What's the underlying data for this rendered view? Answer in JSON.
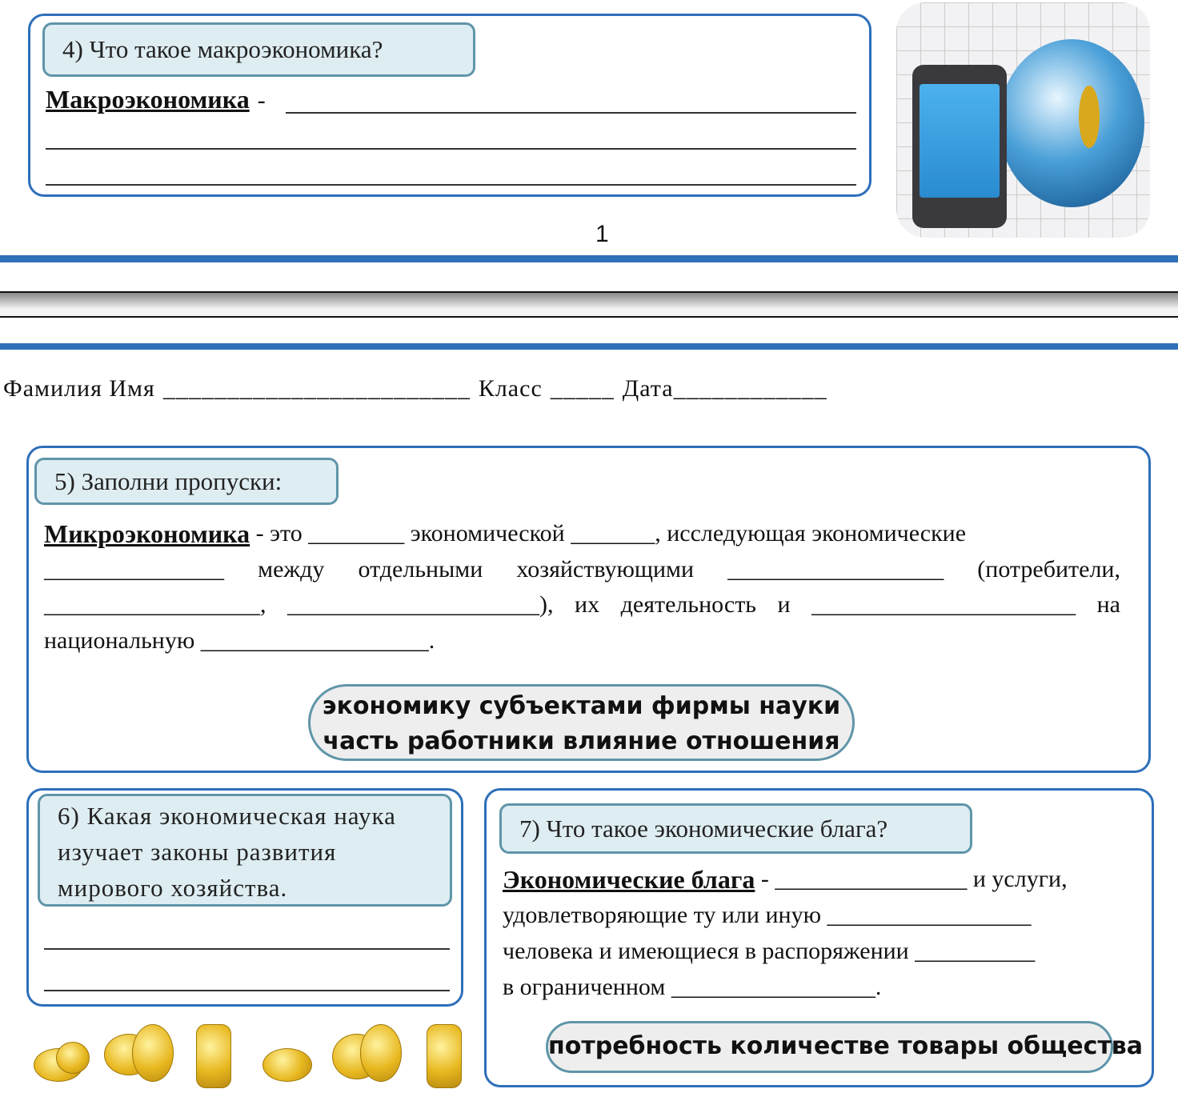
{
  "page_number": "1",
  "task4": {
    "label": "4) Что такое макроэкономика?",
    "term": "Макроэкономика",
    "dash": "-"
  },
  "header": {
    "name_label": "Фамилия Имя",
    "name_blank": "________________________",
    "class_label": "Класс",
    "class_blank": "_____",
    "date_label": "Дата",
    "date_blank": "____________"
  },
  "task5": {
    "label": "5) Заполни пропуски:",
    "term": "Микроэкономика",
    "lines": [
      " - это ________ экономической _______, исследующая экономические",
      "_______________ между отдельными хозяйствующими __________________ (потребители,",
      "__________________, _____________________), их деятельность и ______________________ на",
      "национальную ___________________."
    ],
    "word_bank": [
      "экономику субъектами фирмы науки",
      "часть работники влияние отношения"
    ]
  },
  "task6": {
    "label_lines": [
      "6) Какая экономическая наука",
      "изучает законы развития",
      "мирового хозяйства."
    ]
  },
  "task7": {
    "label": "7) Что такое экономические блага?",
    "term": "Экономические блага",
    "lines": [
      " - ________________ и услуги,",
      "удовлетворяющие ту или иную _________________",
      "человека и имеющиеся в распоряжении __________",
      "в ограниченном _________________."
    ],
    "word_bank": "потребность количестве товары общества"
  },
  "colors": {
    "frame": "#2e6fba",
    "label_bg": "#deedf2",
    "label_border": "#5f95a8"
  }
}
